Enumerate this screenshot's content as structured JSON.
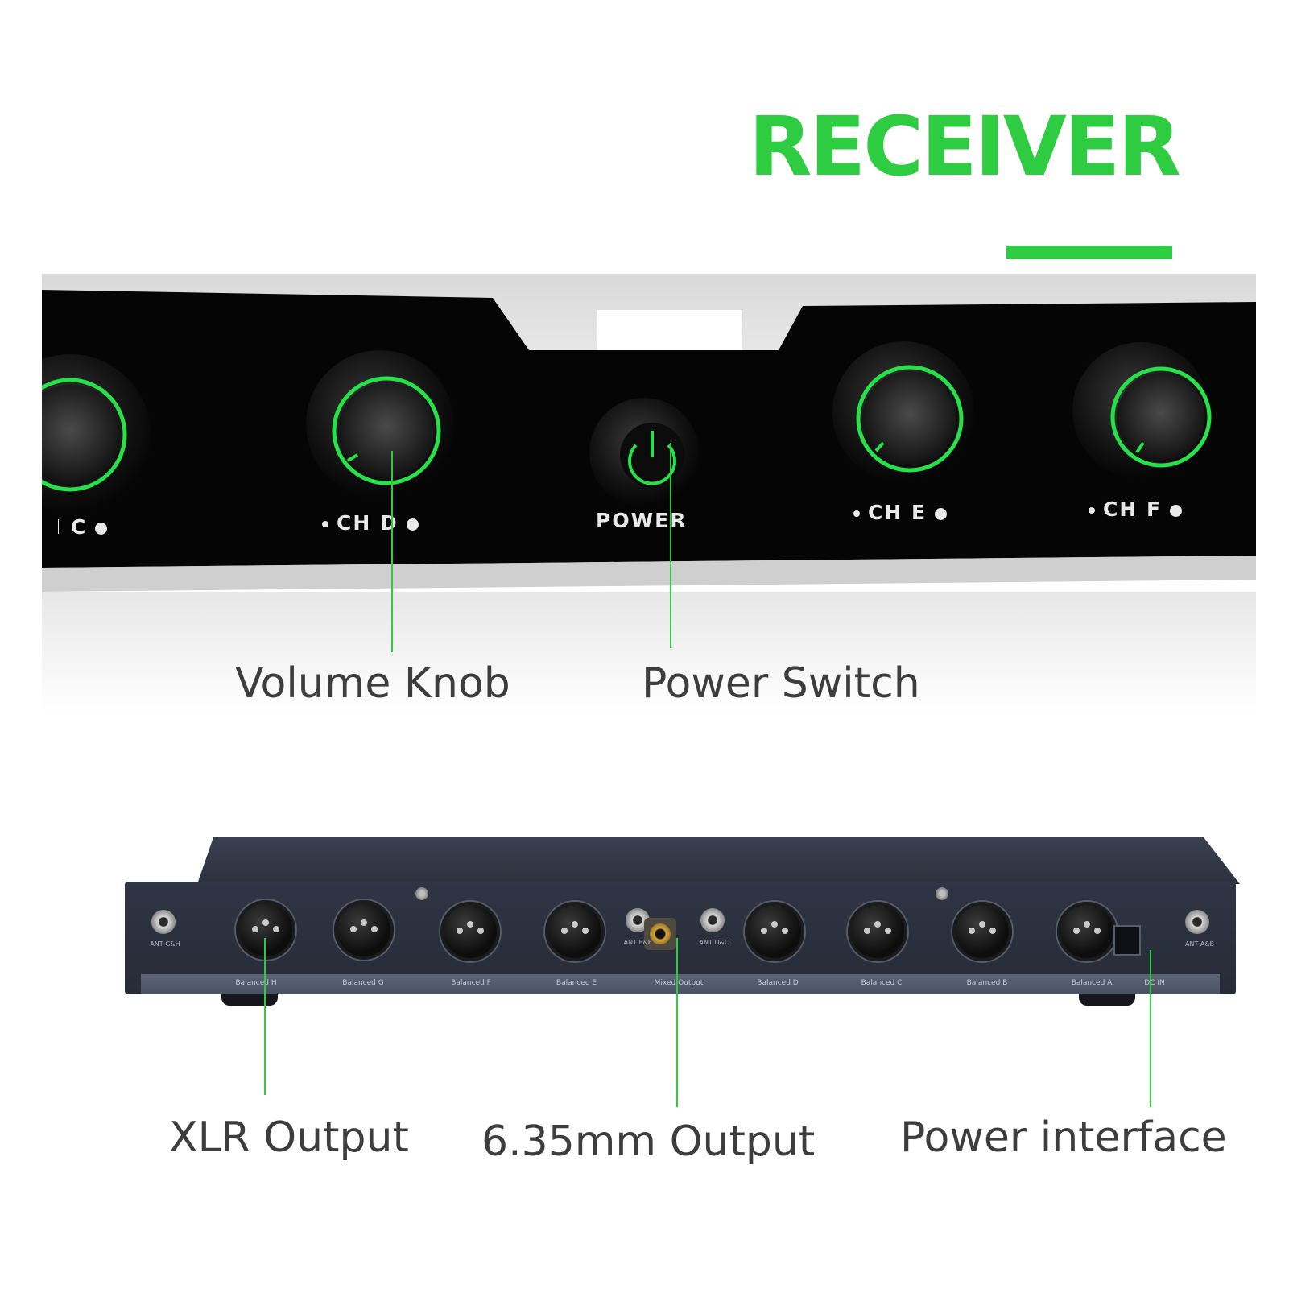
{
  "title": "RECEIVER",
  "front_panel": {
    "channels": [
      {
        "label": "CH C"
      },
      {
        "label": "CH D"
      },
      {
        "label": "CH E"
      },
      {
        "label": "CH F"
      }
    ],
    "power_label": "POWER"
  },
  "callouts": {
    "volume_knob": "Volume Knob",
    "power_switch": "Power Switch",
    "xlr_output": "XLR Output",
    "output_635": "6.35mm Output",
    "power_interface": "Power interface"
  },
  "rear_panel": {
    "port_labels": [
      "Balanced H",
      "Balanced G",
      "Balanced F",
      "Balanced E",
      "Mixed Output",
      "Balanced D",
      "Balanced C",
      "Balanced B",
      "Balanced A",
      "DC IN"
    ],
    "antenna_labels": [
      "ANT G&H",
      "ANT E&F",
      "ANT D&C",
      "ANT A&B"
    ]
  },
  "colors": {
    "accent": "#2ecc40",
    "callout_text": "#3d3d3d",
    "knob_ring": "#27e04a"
  }
}
